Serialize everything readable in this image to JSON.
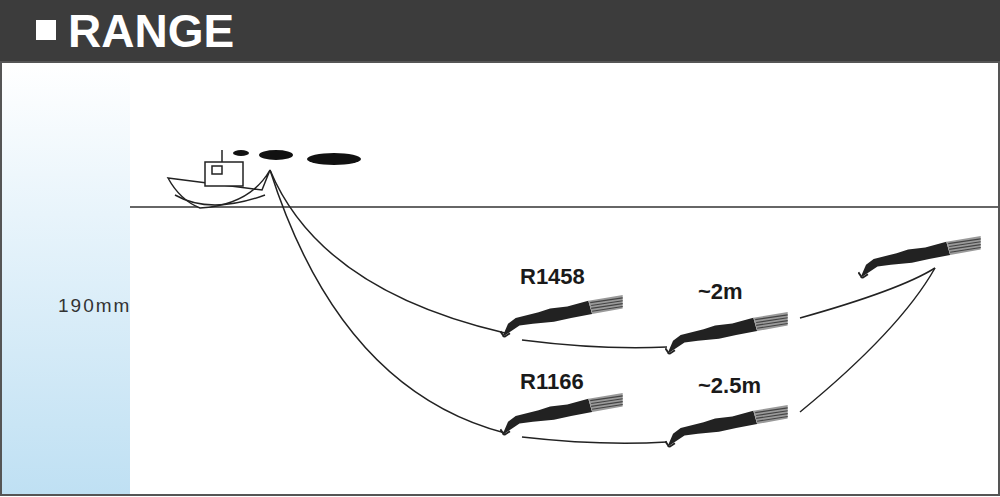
{
  "diagram": {
    "title": "RANGE",
    "labels": [
      "190mm",
      "R1458",
      "~2m",
      "R1166",
      "~2.5m"
    ]
  }
}
